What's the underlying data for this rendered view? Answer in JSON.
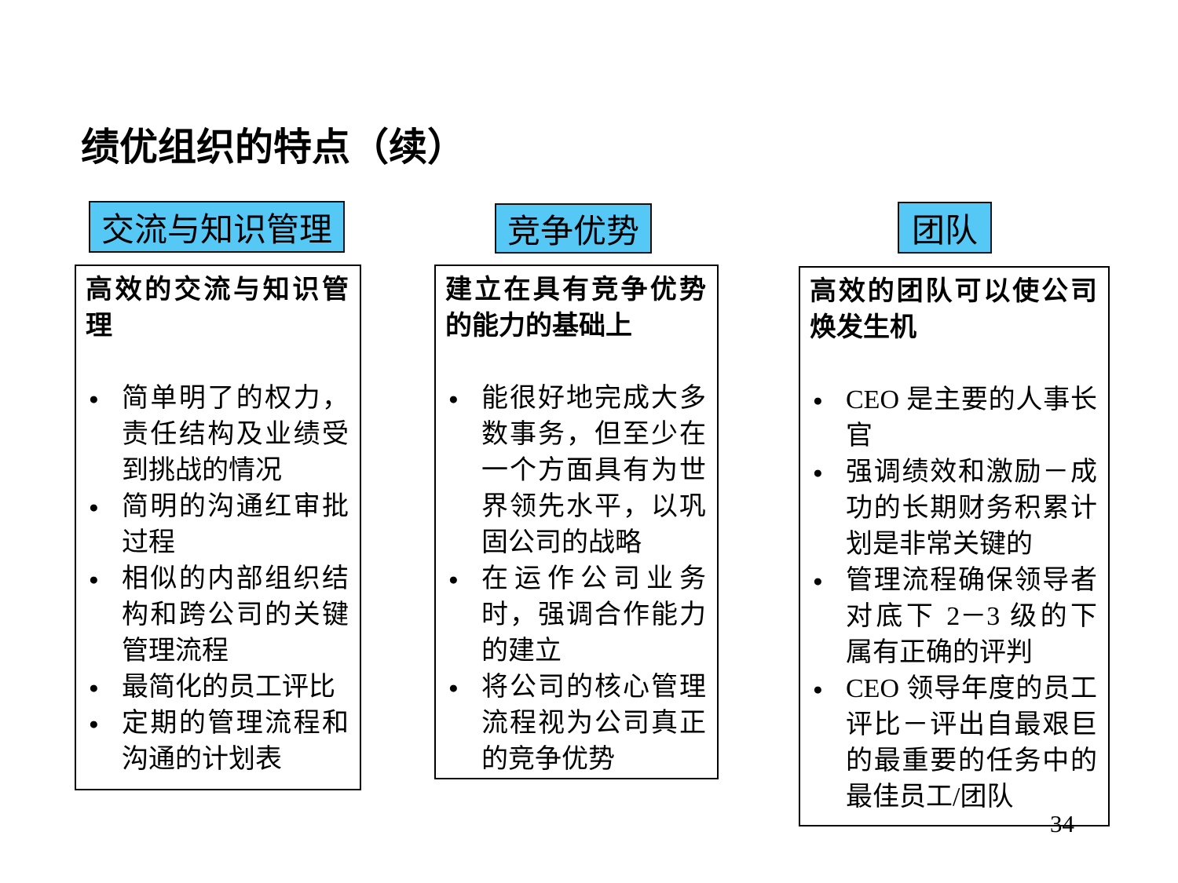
{
  "title": "绩优组织的特点（续）",
  "page_number": "34",
  "bullet_icon": "●",
  "colors": {
    "header_fill": "#55C8F5",
    "box_border": "#000000",
    "text": "#000000"
  },
  "columns": [
    {
      "header": "交流与知识管理",
      "intro": "高效的交流与知识管理",
      "bullets": [
        "简单明了的权力，责任结构及业绩受到挑战的情况",
        "简明的沟通红审批过程",
        "相似的内部组织结构和跨公司的关键管理流程",
        "最简化的员工评比",
        "定期的管理流程和沟通的计划表"
      ]
    },
    {
      "header": "竞争优势",
      "intro": "建立在具有竞争优势的能力的基础上",
      "bullets": [
        "能很好地完成大多数事务，但至少在一个方面具有为世界领先水平，以巩固公司的战略",
        "在运作公司业务时，强调合作能力的建立",
        "将公司的核心管理流程视为公司真正的竞争优势"
      ]
    },
    {
      "header": "团队",
      "intro": "高效的团队可以使公司焕发生机",
      "bullets": [
        "CEO 是主要的人事长官",
        "强调绩效和激励－成功的长期财务积累计划是非常关键的",
        "管理流程确保领导者对底下 2－3 级的下属有正确的评判",
        "CEO 领导年度的员工评比－评出自最艰巨的最重要的任务中的最佳员工/团队"
      ]
    }
  ]
}
